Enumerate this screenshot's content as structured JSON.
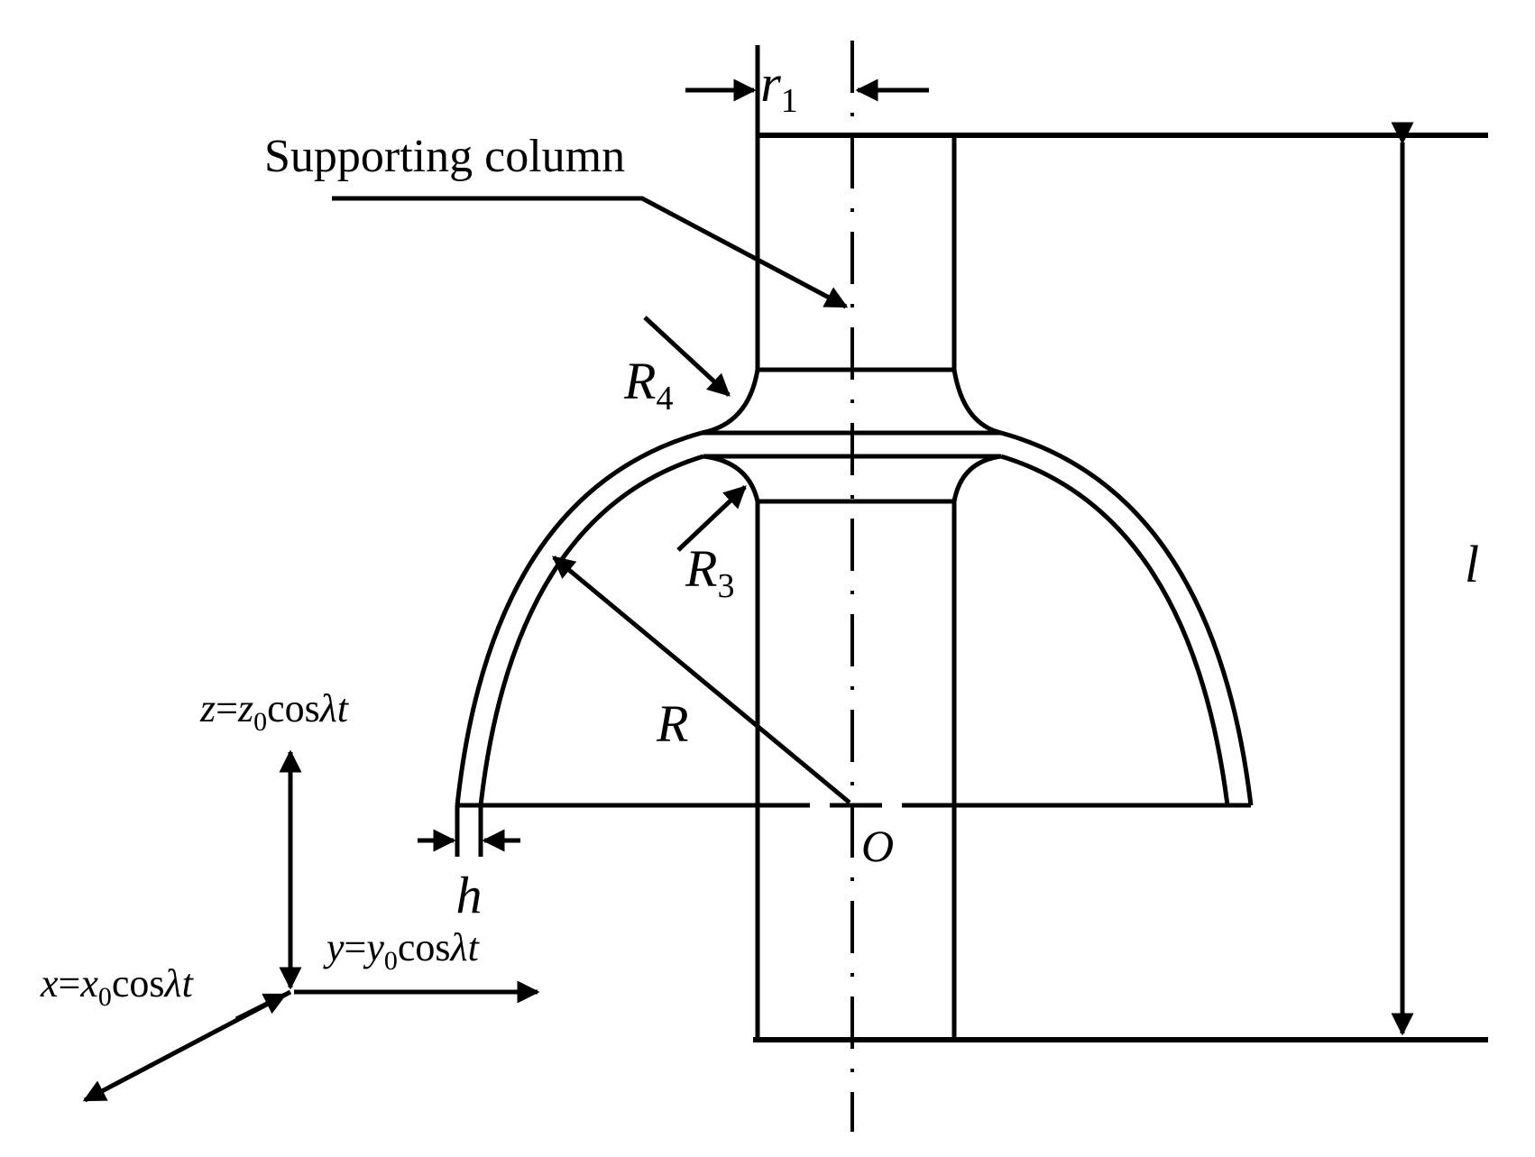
{
  "labels": {
    "supporting_column": "Supporting column",
    "r1_sym": "r",
    "r1_sub": "1",
    "R4_sym": "R",
    "R4_sub": "4",
    "R3_sym": "R",
    "R3_sub": "3",
    "R_sym": "R",
    "l_sym": "l",
    "O_sym": "O",
    "h_sym": "h"
  },
  "excitation": {
    "z_var": "z",
    "z_amp": "z",
    "z_sub": "0",
    "y_var": "y",
    "y_amp": "y",
    "y_sub": "0",
    "x_var": "x",
    "x_amp": "x",
    "x_sub": "0",
    "eq": "=",
    "cos": "cos",
    "lambda": "λ",
    "t": "t"
  }
}
